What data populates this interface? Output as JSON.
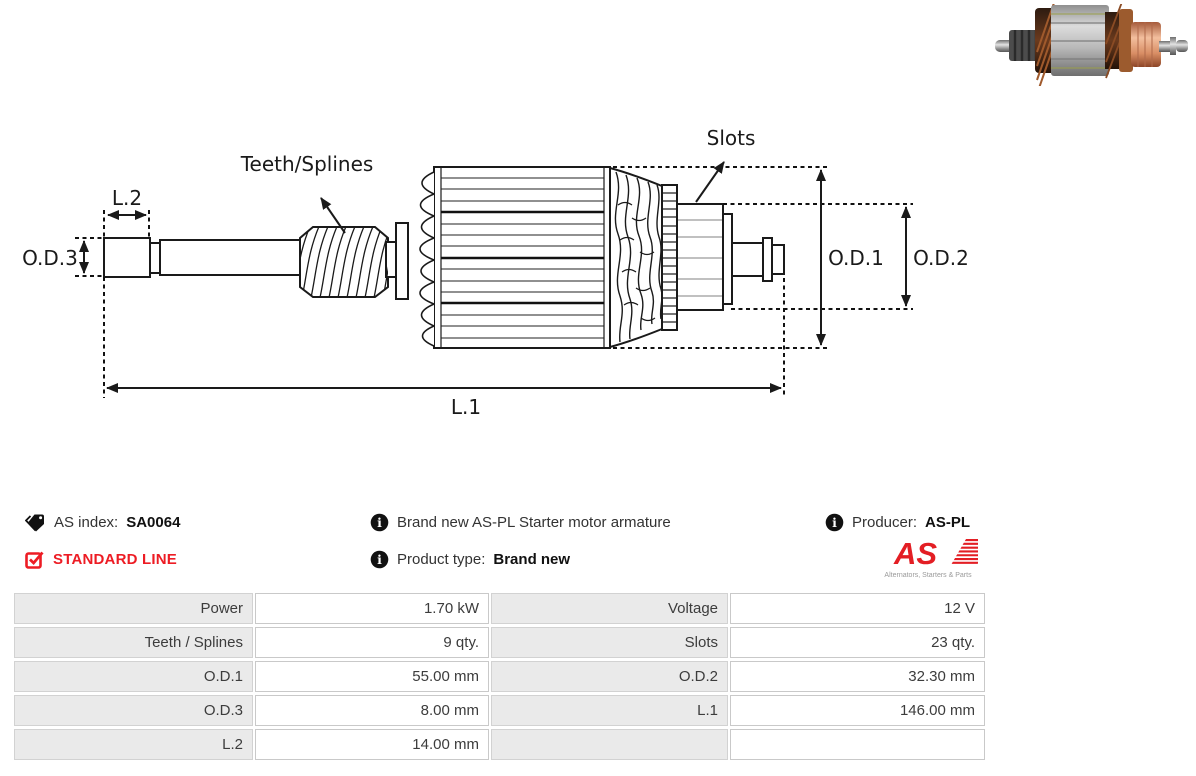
{
  "product": {
    "as_index_label": "AS index:",
    "as_index_value": "SA0064",
    "line_label": "STANDARD LINE",
    "description": "Brand new AS-PL Starter motor armature",
    "product_type_label": "Product type:",
    "product_type_value": "Brand new",
    "producer_label": "Producer:",
    "producer_value": "AS-PL"
  },
  "brand": {
    "logo_text": "AS",
    "logo_caption": "Alternators, Starters & Parts",
    "red": "#ed1c24"
  },
  "diagram": {
    "labels": {
      "teeth_splines": "Teeth/Splines",
      "slots": "Slots",
      "l1": "L.1",
      "l2": "L.2",
      "od1": "O.D.1",
      "od2": "O.D.2",
      "od3": "O.D.3"
    },
    "line_color": "#1a1a1a"
  },
  "specs": {
    "rows": [
      {
        "label": "Power",
        "value": "1.70 kW",
        "label2": "Voltage",
        "value2": "12 V"
      },
      {
        "label": "Teeth / Splines",
        "value": "9 qty.",
        "label2": "Slots",
        "value2": "23 qty."
      },
      {
        "label": "O.D.1",
        "value": "55.00 mm",
        "label2": "O.D.2",
        "value2": "32.30 mm"
      },
      {
        "label": "O.D.3",
        "value": "8.00 mm",
        "label2": "L.1",
        "value2": "146.00 mm"
      },
      {
        "label": "L.2",
        "value": "14.00 mm",
        "label2": "",
        "value2": ""
      }
    ]
  }
}
